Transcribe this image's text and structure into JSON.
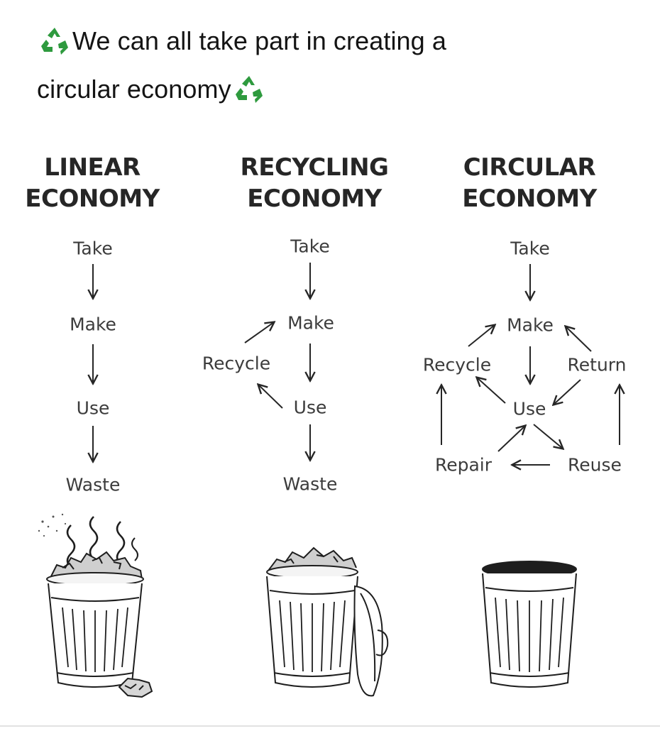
{
  "header": {
    "line1": "We can all take part in creating a",
    "line2": "circular economy",
    "icon": "recycling-symbol-icon",
    "accent_color": "#2e9a3e"
  },
  "columns": {
    "linear": {
      "title_line1": "LINEAR",
      "title_line2": "ECONOMY",
      "take": "Take",
      "make": "Make",
      "use": "Use",
      "waste": "Waste",
      "bin_icon": "overflowing-smelly-trash-can-icon"
    },
    "recycling": {
      "title_line1": "RECYCLING",
      "title_line2": "ECONOMY",
      "take": "Take",
      "make": "Make",
      "recycle": "Recycle",
      "use": "Use",
      "waste": "Waste",
      "bin_icon": "half-full-trash-can-with-open-lid-icon"
    },
    "circular": {
      "title_line1": "CIRCULAR",
      "title_line2": "ECONOMY",
      "take": "Take",
      "make": "Make",
      "recycle": "Recycle",
      "return": "Return",
      "use": "Use",
      "repair": "Repair",
      "reuse": "Reuse",
      "bin_icon": "empty-trash-can-icon"
    }
  }
}
